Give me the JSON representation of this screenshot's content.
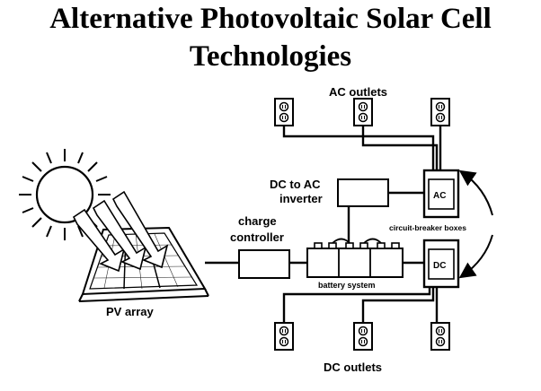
{
  "title": {
    "line1": "Alternative Photovoltaic Solar Cell",
    "line2": "Technologies"
  },
  "labels": {
    "ac_outlets": "AC outlets",
    "dc_outlets": "DC outlets",
    "inverter_line1": "DC to AC",
    "inverter_line2": "inverter",
    "charge_line1": "charge",
    "charge_line2": "controller",
    "breaker_boxes": "circuit-breaker boxes",
    "ac_box": "AC",
    "dc_box": "DC",
    "battery": "battery system",
    "pv_array": "PV array"
  }
}
